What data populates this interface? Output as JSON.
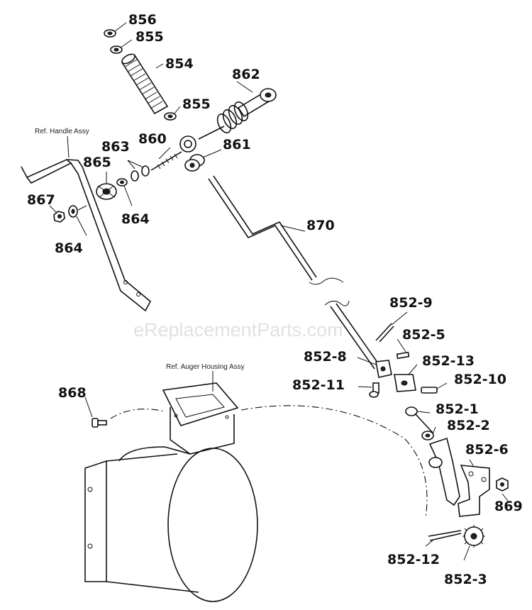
{
  "diagram": {
    "references": {
      "handle_assy": "Ref. Handle Assy",
      "auger_housing_assy": "Ref. Auger Housing Assy"
    },
    "watermark": "eReplacementParts.com",
    "parts": [
      {
        "id": "856",
        "label": "856"
      },
      {
        "id": "855a",
        "label": "855"
      },
      {
        "id": "854",
        "label": "854"
      },
      {
        "id": "862",
        "label": "862"
      },
      {
        "id": "855b",
        "label": "855"
      },
      {
        "id": "860",
        "label": "860"
      },
      {
        "id": "863",
        "label": "863"
      },
      {
        "id": "861",
        "label": "861"
      },
      {
        "id": "865",
        "label": "865"
      },
      {
        "id": "867",
        "label": "867"
      },
      {
        "id": "864a",
        "label": "864"
      },
      {
        "id": "864b",
        "label": "864"
      },
      {
        "id": "870",
        "label": "870"
      },
      {
        "id": "852-9",
        "label": "852-9"
      },
      {
        "id": "852-5",
        "label": "852-5"
      },
      {
        "id": "852-8",
        "label": "852-8"
      },
      {
        "id": "852-13",
        "label": "852-13"
      },
      {
        "id": "852-11",
        "label": "852-11"
      },
      {
        "id": "852-10",
        "label": "852-10"
      },
      {
        "id": "868",
        "label": "868"
      },
      {
        "id": "852-1",
        "label": "852-1"
      },
      {
        "id": "852-2",
        "label": "852-2"
      },
      {
        "id": "852-6",
        "label": "852-6"
      },
      {
        "id": "869",
        "label": "869"
      },
      {
        "id": "852-12",
        "label": "852-12"
      },
      {
        "id": "852-3",
        "label": "852-3"
      }
    ]
  }
}
